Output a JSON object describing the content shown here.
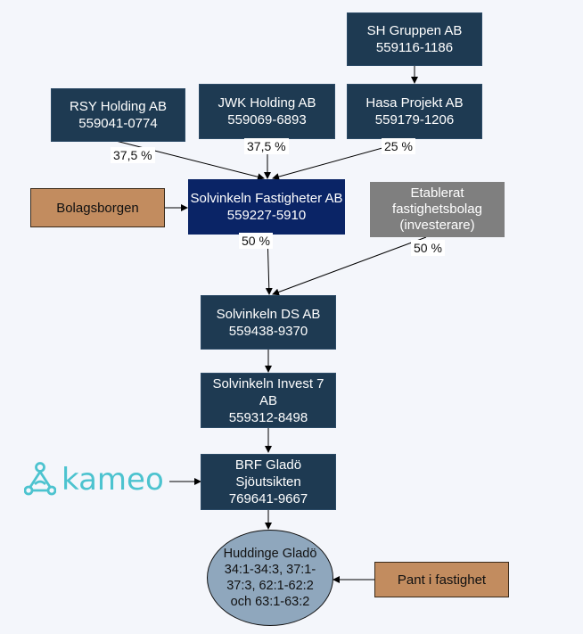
{
  "nodes": {
    "sh_gruppen": [
      "SH Gruppen AB",
      "559116-1186"
    ],
    "rsy_holding": [
      "RSY Holding AB",
      "559041-0774"
    ],
    "jwk_holding": [
      "JWK Holding AB",
      "559069-6893"
    ],
    "hasa_projekt": [
      "Hasa Projekt AB",
      "559179-1206"
    ],
    "bolagsborgen": [
      "Bolagsborgen"
    ],
    "solvinkeln_fastigheter": [
      "Solvinkeln Fastigheter AB",
      "559227-5910"
    ],
    "etablerat": [
      "Etablerat",
      "fastighetsbolag",
      "(investerare)"
    ],
    "solvinkeln_ds": [
      "Solvinkeln DS AB",
      "559438-9370"
    ],
    "solvinkeln_invest": [
      "Solvinkeln Invest 7",
      "AB",
      "559312-8498"
    ],
    "brf_glado": [
      "BRF Gladö",
      "Sjöutsikten",
      "769641-9667"
    ],
    "huddinge_glado": [
      "Huddinge Gladö",
      "34:1-34:3, 37:1-",
      "37:3, 62:1-62:2",
      "och 63:1-63:2"
    ],
    "pant": [
      "Pant i fastighet"
    ]
  },
  "percentages": {
    "rsy": "37,5 %",
    "jwk": "37,5 %",
    "hasa": "25 %",
    "fastigheter_to_ds": "50 %",
    "etablerat_to_ds": "50 %"
  },
  "logo": {
    "text": "kameo",
    "icon": "kameo-logo-icon",
    "color": "#4cc3cf"
  },
  "colors": {
    "node": "#1e3a52",
    "main_node": "#0a2466",
    "brown_node": "#c28c5f",
    "grey_node": "#7f7f7f",
    "oval": "#8fa7bd"
  }
}
